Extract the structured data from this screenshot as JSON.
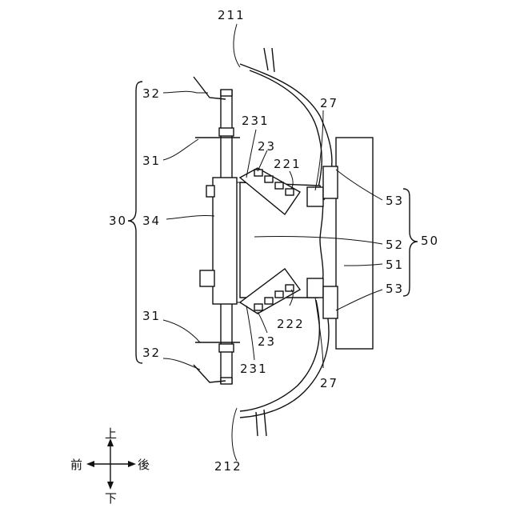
{
  "labels": {
    "l211": "211",
    "l212": "212",
    "l32a": "32",
    "l32b": "32",
    "l31a": "31",
    "l31b": "31",
    "l30": "30",
    "l34": "34",
    "l231a": "231",
    "l231b": "231",
    "l23a": "23",
    "l23b": "23",
    "l221": "221",
    "l222": "222",
    "l27a": "27",
    "l27b": "27",
    "l53a": "53",
    "l53b": "53",
    "l52": "52",
    "l51": "51",
    "l50": "50"
  },
  "directions": {
    "up": "上",
    "down": "下",
    "front": "前",
    "back": "後"
  }
}
